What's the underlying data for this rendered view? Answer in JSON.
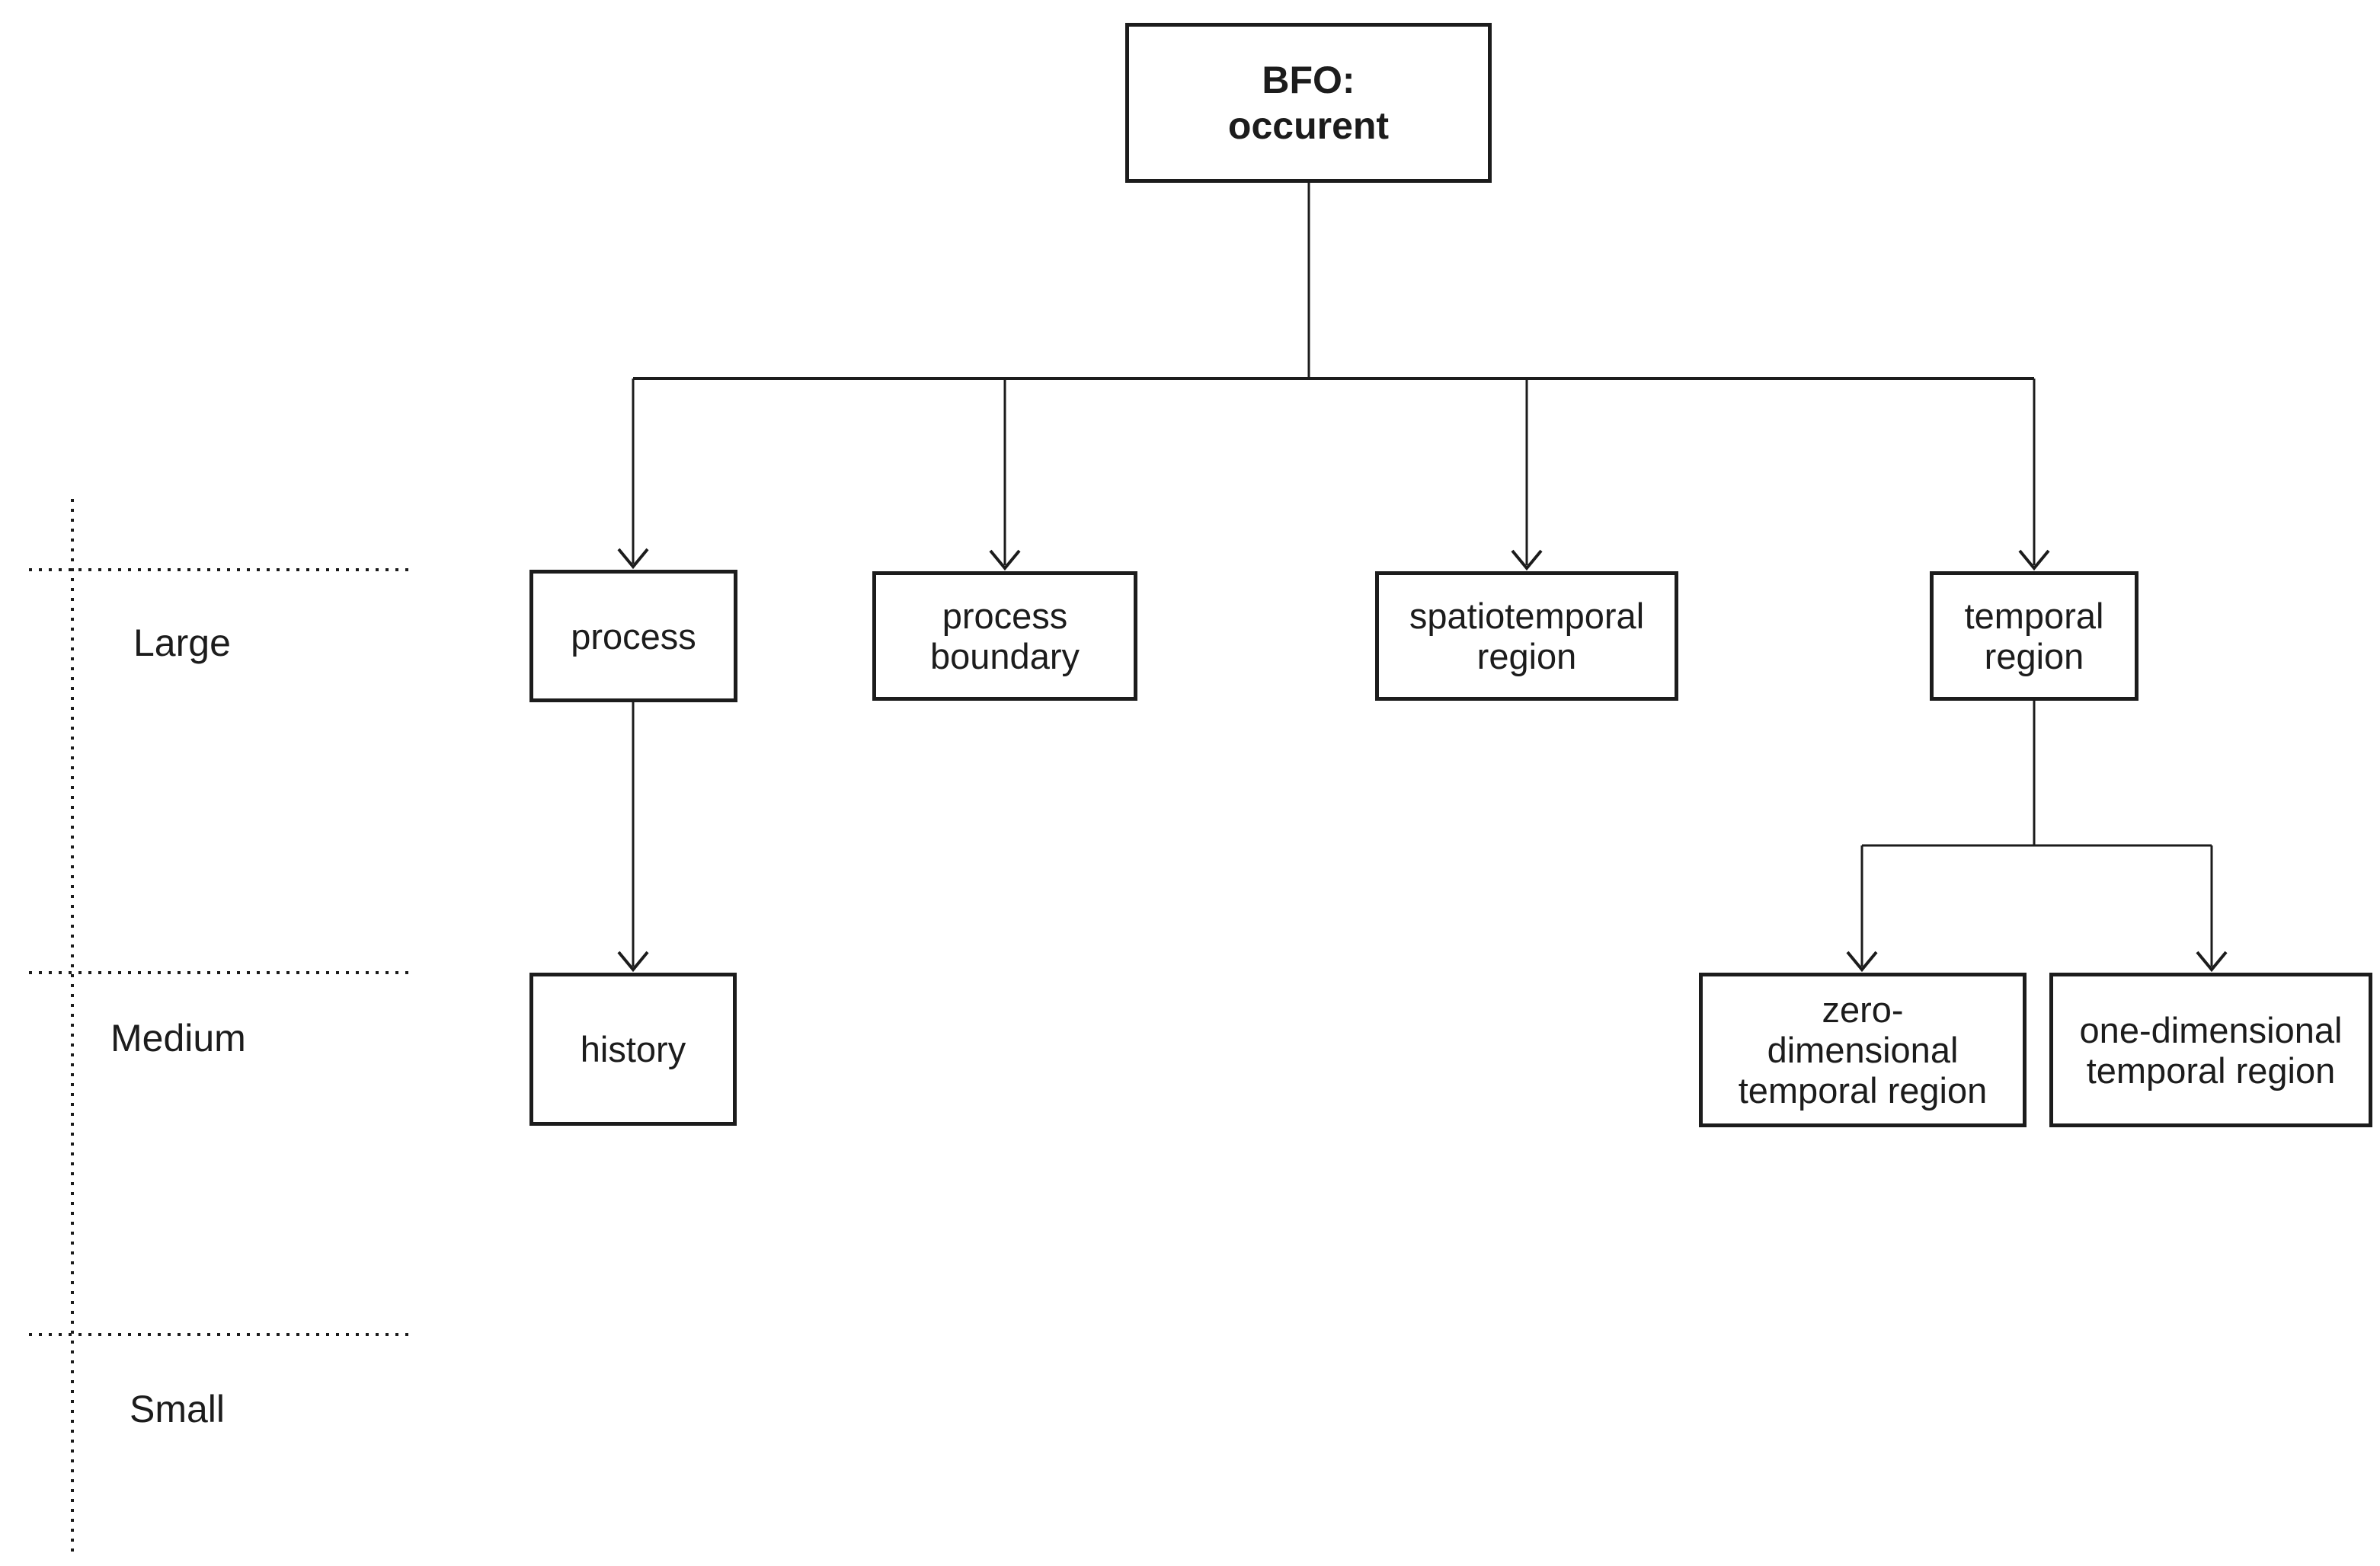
{
  "diagram": {
    "type": "hierarchy-tree",
    "topic": "BFO occurrent branch",
    "nodes": {
      "bfo": {
        "label": "BFO: occurent",
        "lines": [
          "BFO:",
          "occurent"
        ]
      },
      "process": {
        "label": "process",
        "lines": [
          "process"
        ]
      },
      "process_boundary": {
        "label": "process boundary",
        "lines": [
          "process",
          "boundary"
        ]
      },
      "spatiotemporal_region": {
        "label": "spatiotemporal region",
        "lines": [
          "spatiotemporal",
          "region"
        ]
      },
      "temporal_region": {
        "label": "temporal region",
        "lines": [
          "temporal",
          "region"
        ]
      },
      "history": {
        "label": "history",
        "lines": [
          "history"
        ]
      },
      "zero_dimensional_temporal_region": {
        "label": "zero-dimensional temporal region",
        "lines": [
          "zero-",
          "dimensional",
          "temporal region"
        ]
      },
      "one_dimensional_temporal_region": {
        "label": "one-dimensional temporal region",
        "lines": [
          "one-dimensional",
          "temporal region"
        ]
      }
    },
    "edges": [
      {
        "from": "BFO: occurent",
        "to": "process"
      },
      {
        "from": "BFO: occurent",
        "to": "process boundary"
      },
      {
        "from": "BFO: occurent",
        "to": "spatiotemporal region"
      },
      {
        "from": "BFO: occurent",
        "to": "temporal region"
      },
      {
        "from": "process",
        "to": "history"
      },
      {
        "from": "temporal region",
        "to": "zero-dimensional temporal region"
      },
      {
        "from": "temporal region",
        "to": "one-dimensional temporal region"
      }
    ],
    "scale_guide": {
      "labels": [
        "Large",
        "Medium",
        "Small"
      ]
    },
    "colors": {
      "ink": "#1c1c1c",
      "background": "#ffffff"
    }
  }
}
